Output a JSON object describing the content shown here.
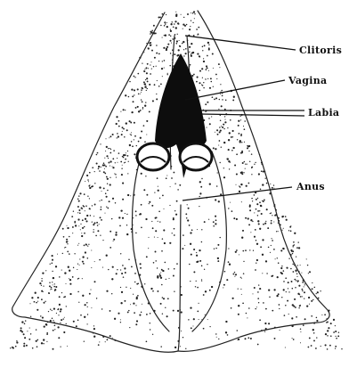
{
  "labels": {
    "clitoris": "Clitoris",
    "vagina": "Vagina",
    "labia": "Labia",
    "anus": "Anus"
  },
  "colors": {
    "ink": "#111111",
    "background": "#ffffff"
  }
}
